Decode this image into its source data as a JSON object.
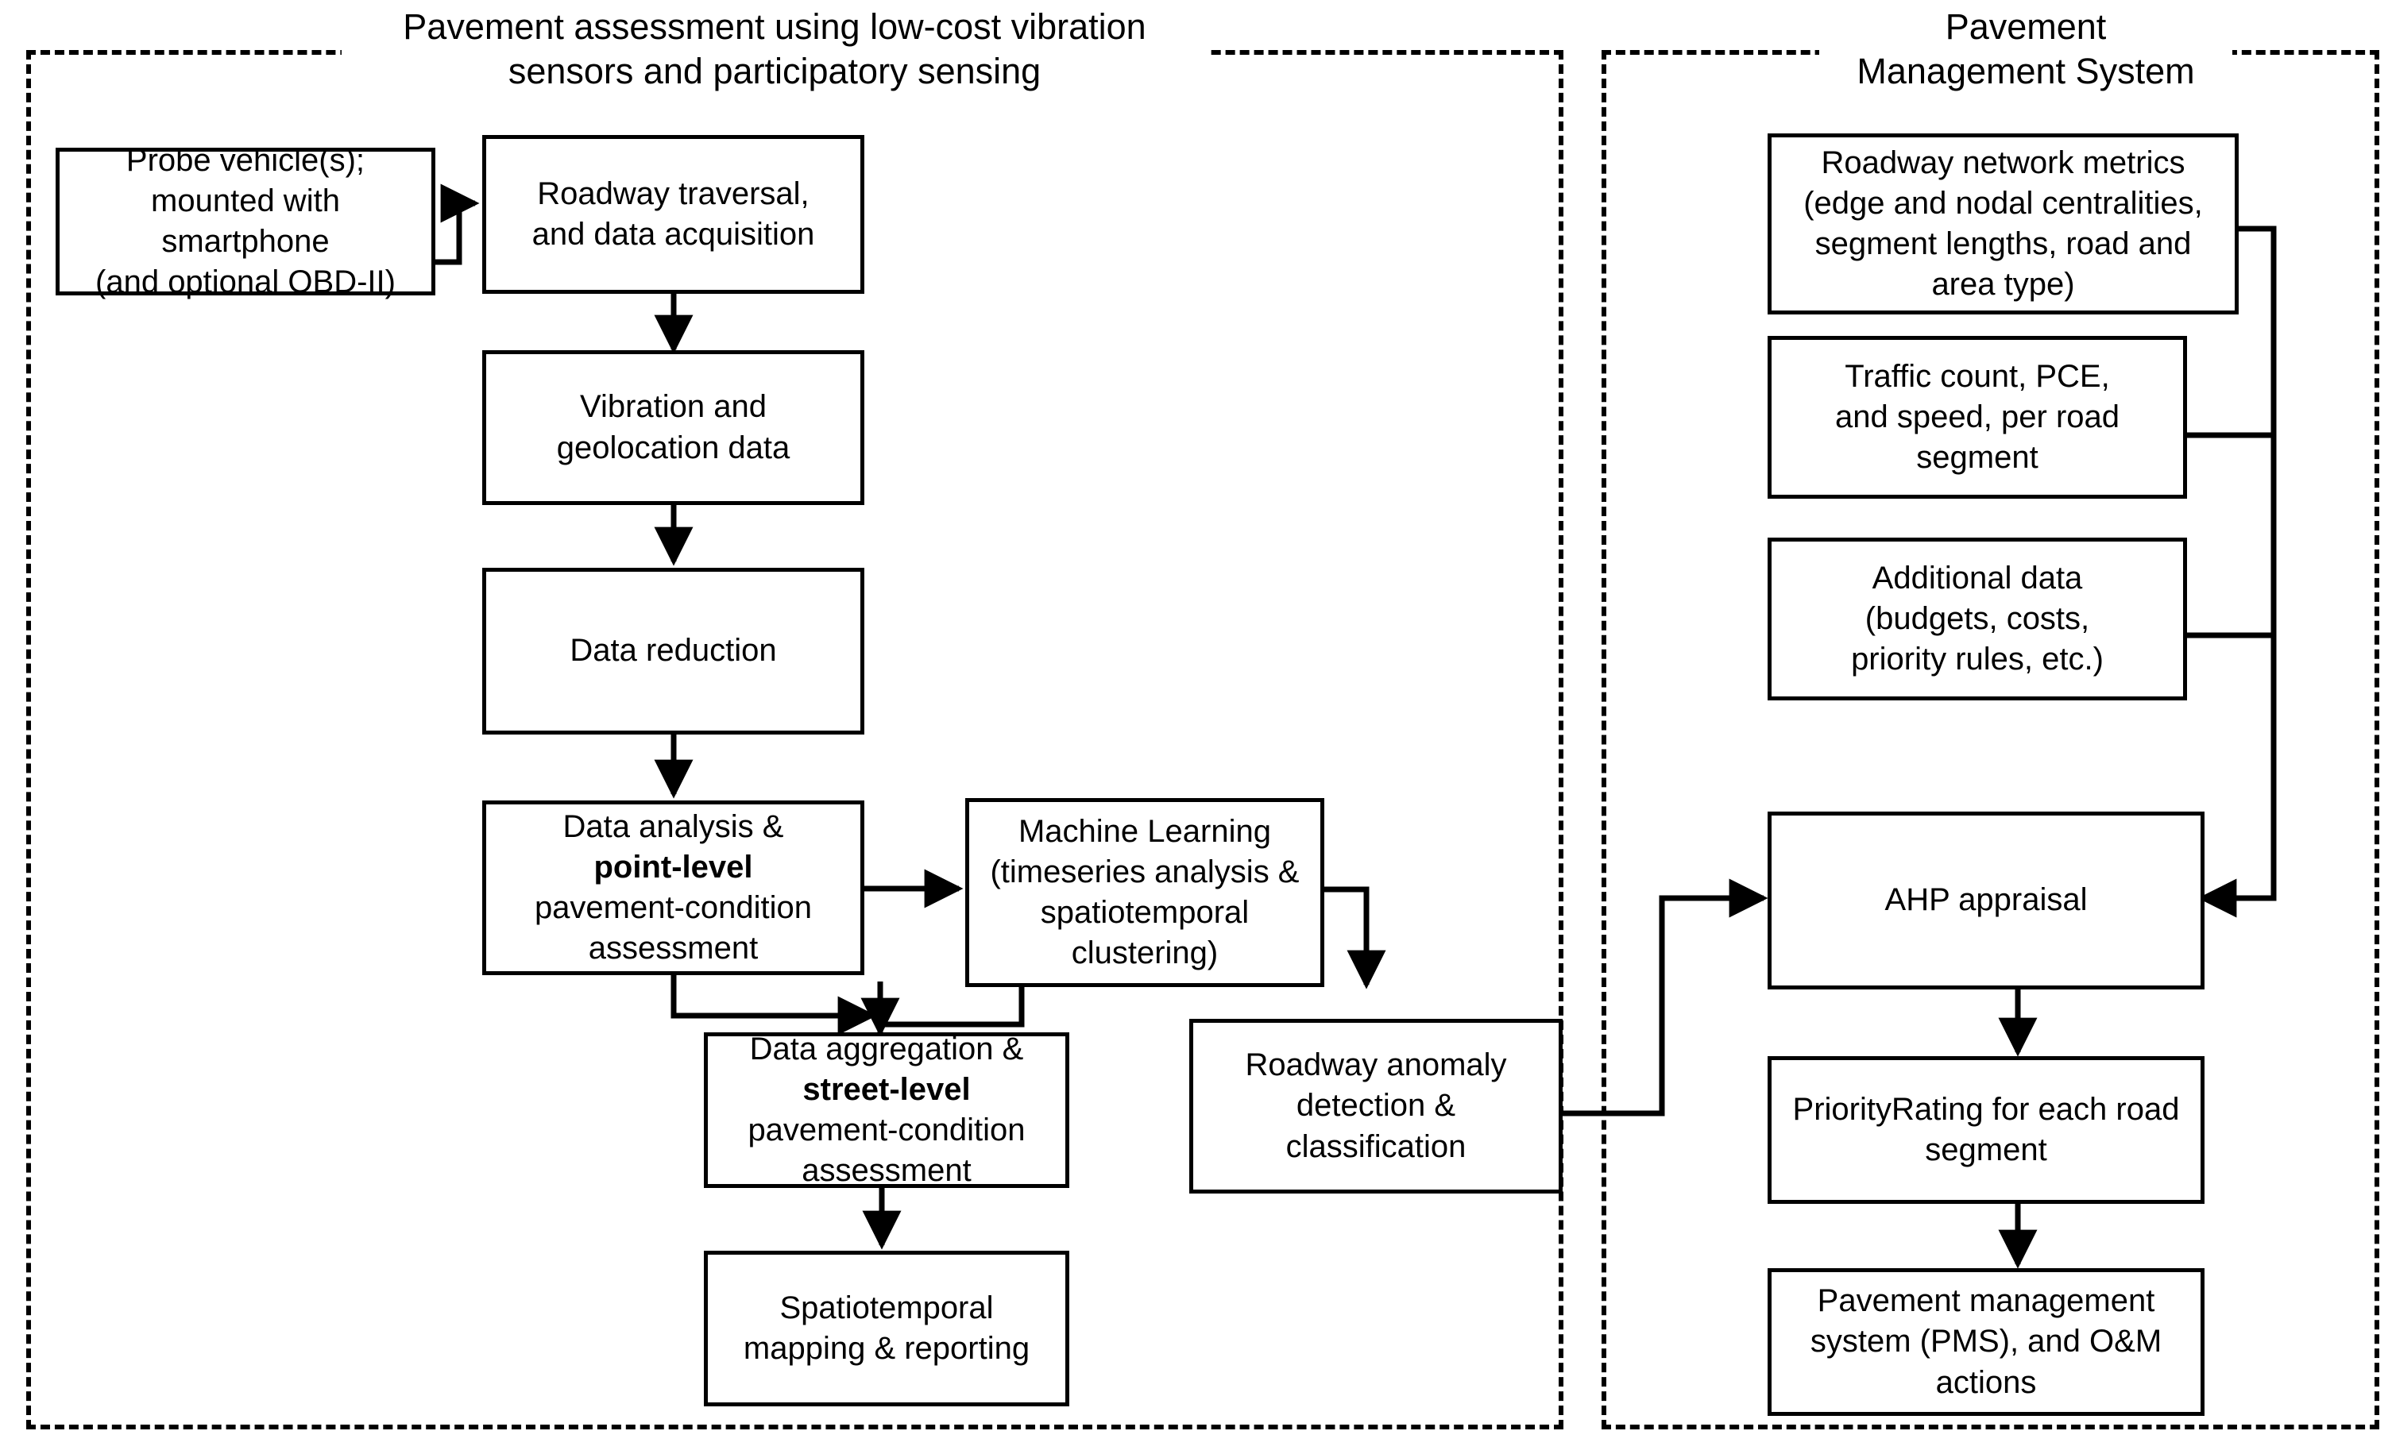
{
  "panels": [
    {
      "key": "left",
      "title": "Pavement assessment using low-cost vibration\nsensors and participatory sensing"
    },
    {
      "key": "right",
      "title": "Pavement\nManagement System"
    }
  ],
  "nodes": {
    "probe_vehicle": "Probe vehicle(s);\nmounted with\nsmartphone\n(and optional OBD-II)",
    "roadway_traversal": "Roadway traversal,\nand data acquisition",
    "vibration_geolocation": "Vibration and\ngeolocation data",
    "data_reduction": "Data reduction",
    "data_analysis_pre": "Data analysis &",
    "data_analysis_bold": "point-level",
    "data_analysis_post": "pavement-condition\nassessment",
    "machine_learning": "Machine Learning\n(timeseries analysis &\nspatiotemporal\nclustering)",
    "data_aggregation_pre": "Data aggregation &",
    "data_aggregation_bold": "street-level",
    "data_aggregation_post": "pavement-condition\nassessment",
    "spatiotemporal_mapping": "Spatiotemporal\nmapping & reporting",
    "roadway_anomaly": "Roadway anomaly\ndetection &\nclassification",
    "roadway_network_metrics": "Roadway network metrics\n(edge and nodal centralities,\nsegment lengths, road and\narea type)",
    "traffic_count": "Traffic count, PCE,\nand speed, per road\nsegment",
    "additional_data": "Additional data\n(budgets, costs,\npriority rules, etc.)",
    "ahp_appraisal": "AHP appraisal",
    "priority_rating": "PriorityRating for each road\nsegment",
    "pavement_management": "Pavement management\nsystem (PMS), and O&M\nactions"
  },
  "colors": {
    "stroke": "#000000",
    "background": "#ffffff"
  }
}
